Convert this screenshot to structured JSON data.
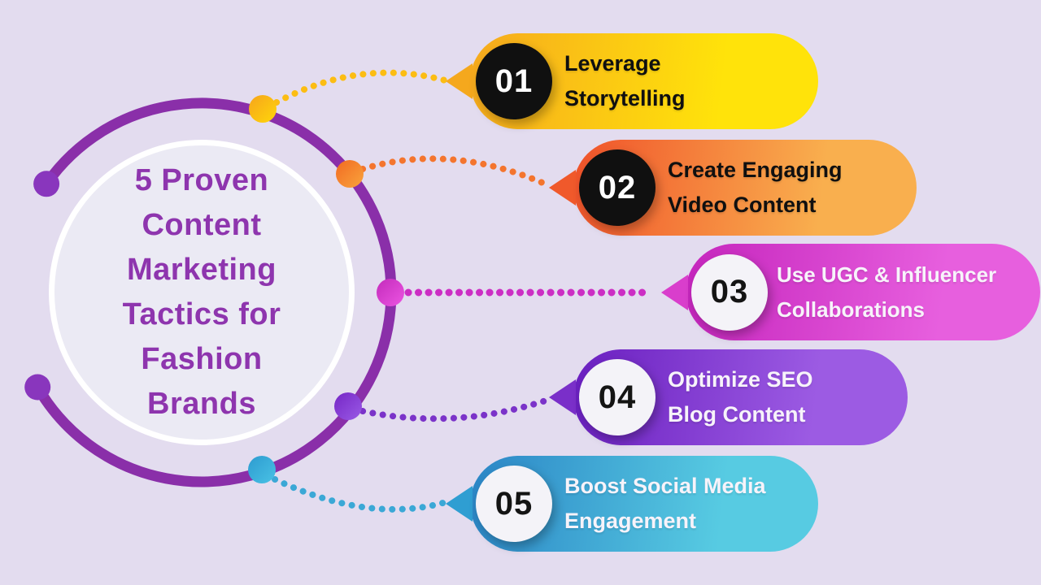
{
  "background_color": "#E3DCEF",
  "center": {
    "title": "5 Proven\nContent\nMarketing\nTactics for\nFashion\nBrands",
    "title_color": "#8E35AE",
    "circle_fill": "#EBEAF4",
    "circle_border": "#FFFFFF",
    "ring_color": "#8A2FA9",
    "ring_end_color": "#8936BD"
  },
  "items": [
    {
      "number": "01",
      "label": "Leverage\nStorytelling",
      "gradient": [
        "#F6A91E",
        "#FFE30A"
      ],
      "arrow_color": "#F5A81D",
      "dot_gradient": [
        "#F6A41C",
        "#FFD60A"
      ],
      "connector_color": "#FCBD13",
      "badge": "dark",
      "badge_bg": "#101010",
      "badge_text_color": "#FFFFFF",
      "text_color": "#101010"
    },
    {
      "number": "02",
      "label": "Create Engaging\nVideo Content",
      "gradient": [
        "#F0522A",
        "#F9AF4E"
      ],
      "arrow_color": "#F0592B",
      "dot_gradient": [
        "#F26A22",
        "#F9A43C"
      ],
      "connector_color": "#F4752E",
      "badge": "dark",
      "badge_bg": "#101010",
      "badge_text_color": "#FFFFFF",
      "text_color": "#101010"
    },
    {
      "number": "03",
      "label": "Use UGC & Influencer\nCollaborations",
      "gradient": [
        "#C525BD",
        "#E75FDE"
      ],
      "arrow_color": "#D93ECC",
      "dot_gradient": [
        "#C32BBB",
        "#EC55E2"
      ],
      "connector_color": "#CC2EC4",
      "badge": "light",
      "badge_bg": "#F4F3F8",
      "badge_text_color": "#141414",
      "text_color": "#F7F3FA"
    },
    {
      "number": "04",
      "label": "Optimize SEO\nBlog Content",
      "gradient": [
        "#6A1FC0",
        "#9C5BE3"
      ],
      "arrow_color": "#7A2FC9",
      "dot_gradient": [
        "#7526C5",
        "#9A5AE6"
      ],
      "connector_color": "#7B33C9",
      "badge": "light",
      "badge_bg": "#F4F3F8",
      "badge_text_color": "#141414",
      "text_color": "#F7F3FA"
    },
    {
      "number": "05",
      "label": "Boost Social Media\nEngagement",
      "gradient": [
        "#2B85C6",
        "#57CBE2"
      ],
      "arrow_color": "#2F9ED2",
      "dot_gradient": [
        "#2D9BD0",
        "#49C2E5"
      ],
      "connector_color": "#3BA8D6",
      "badge": "light",
      "badge_bg": "#F4F3F8",
      "badge_text_color": "#141414",
      "text_color": "#F7F3FA"
    }
  ]
}
